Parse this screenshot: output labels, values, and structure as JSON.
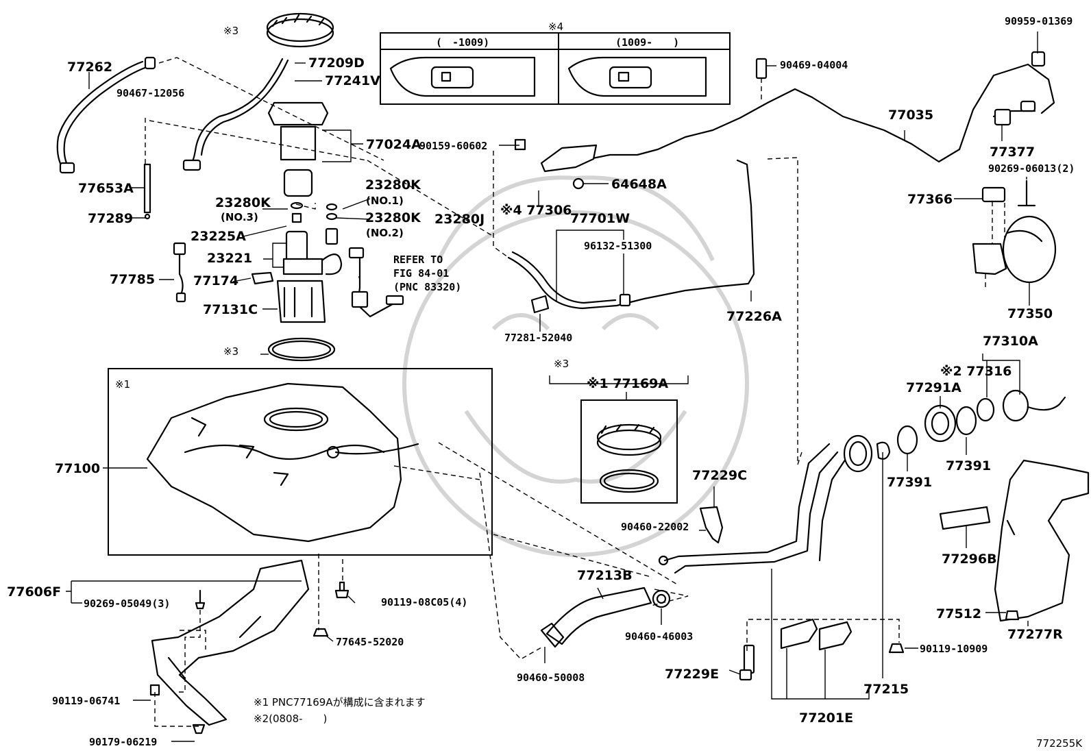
{
  "parts": {
    "p77262": "77262",
    "p90467_12056": "90467-12056",
    "p77653A": "77653A",
    "p77289": "77289",
    "n3_top": "※3",
    "p77209D": "77209D",
    "p77241V": "77241V",
    "p77024A": "77024A",
    "p23280K_no3": "23280K",
    "no3": "(NO.3)",
    "p23280K_no1": "23280K",
    "no1": "(NO.1)",
    "p23280K_no2": "23280K",
    "no2": "(NO.2)",
    "p23280J": "23280J",
    "p23225A": "23225A",
    "p23221": "23221",
    "p77785": "77785",
    "p77174": "77174",
    "p77131C": "77131C",
    "refer1": "REFER TO",
    "refer2": "FIG 84-01",
    "refer3": "(PNC 83320)",
    "n3_ring": "※3",
    "n1_box": "※1",
    "p77100": "77100",
    "p77606F": "77606F",
    "p90269_05049": "90269-05049(3)",
    "p90119_08C05": "90119-08C05(4)",
    "p77645_52020": "77645-52020",
    "p90119_06741": "90119-06741",
    "p90179_06219": "90179-06219",
    "note1": "※1 PNC77169Aが構成に含まれます",
    "note2": "※2(0808-　　)",
    "n4_top": "※4",
    "range_left": "(　-1009)",
    "range_right": "(1009-　　)",
    "p90159_60602": "90159-60602",
    "p64648A": "64648A",
    "p77306": "※4 77306",
    "p77701W": "77701W",
    "p96132_51300": "96132-51300",
    "p77281_52040": "77281-52040",
    "n3_group": "※3",
    "p77169A": "※1 77169A",
    "p77229C": "77229C",
    "p90460_22002": "90460-22002",
    "p77213B": "77213B",
    "p90460_46003": "90460-46003",
    "p90460_50008": "90460-50008",
    "p77229E": "77229E",
    "p77201E": "77201E",
    "p77215": "77215",
    "p90469_04004": "90469-04004",
    "p77035": "77035",
    "p77226A": "77226A",
    "p90959_01369": "90959-01369",
    "p77377": "77377",
    "p90269_06013": "90269-06013(2)",
    "p77366": "77366",
    "p77350": "77350",
    "p77310A": "77310A",
    "p77316": "※2 77316",
    "p77291A": "77291A",
    "p77391a": "77391",
    "p77391b": "77391",
    "p77296B": "77296B",
    "p77512": "77512",
    "p77277R": "77277R",
    "p90119_10909": "90119-10909",
    "figure_id": "772255K"
  }
}
